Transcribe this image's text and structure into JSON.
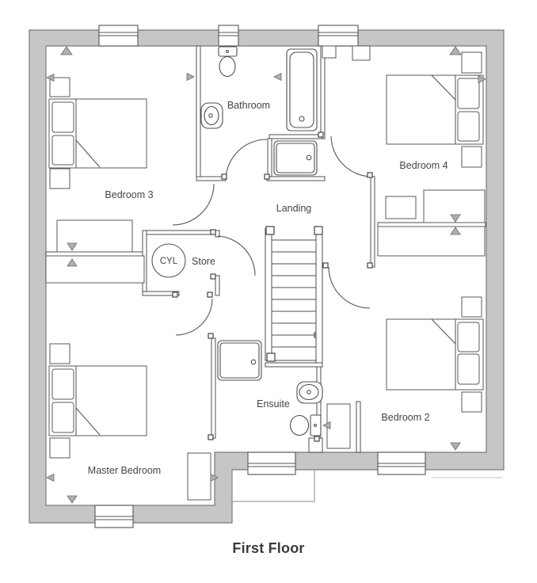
{
  "title": "First Floor",
  "rooms": {
    "bedroom3": "Bedroom 3",
    "bathroom": "Bathroom",
    "bedroom4": "Bedroom 4",
    "landing": "Landing",
    "store": "Store",
    "cylinder": "CYL",
    "ensuite": "Ensuite",
    "bedroom2": "Bedroom 2",
    "master": "Master Bedroom"
  },
  "colors": {
    "wall_fill": "#c6c6c6",
    "wall_edge": "#7a7a7a",
    "line": "#4f4f4f",
    "marker": "#b0b0b0",
    "text": "#454545",
    "title_text": "#3a3a3a",
    "background": "#ffffff"
  }
}
